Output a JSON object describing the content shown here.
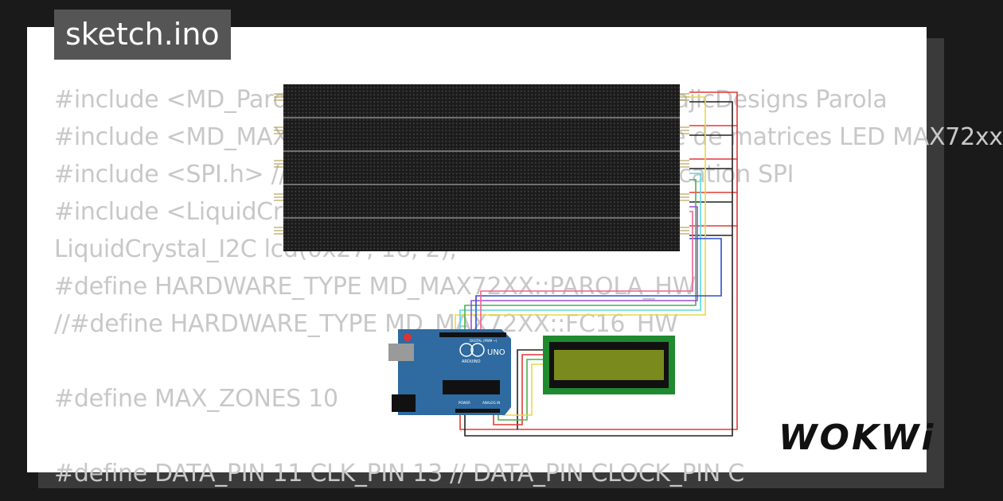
{
  "window": {
    "title": "sketch.ino"
  },
  "code_lines": [
    "#include <MD_Parola.h>        // Include la bibliothèque MajicDesigns Parola",
    "#include <MD_MAX72xx.h>       // Include la bibliothèque de matrices LED MAX72xx",
    "#include <SPI.h>                        // Include le protocole de communication SPI",
    "#include <LiquidCrystal_I2C.h>",
    "LiquidCrystal_I2C lcd(0x27, 16, 2);",
    "#define HARDWARE_TYPE MD_MAX72XX::PAROLA_HW",
    "//#define HARDWARE_TYPE MD_MAX72XX::FC16_HW",
    "",
    "#define MAX_ZONES 10",
    "",
    "#define DATA_PIN  11  CLK_PIN  13  // DATA_PIN  CLOCK_PIN C"
  ],
  "arduino": {
    "model_label": "UNO",
    "brand_label": "ARDUINO",
    "digital_label": "DIGITAL (PWM ~)",
    "power_label": "POWER",
    "analog_label": "ANALOG IN",
    "board_color": "#2f6aa0"
  },
  "lcd": {
    "screen_color": "#7a8a1c",
    "pcb_color": "#1f8a2e"
  },
  "matrix": {
    "color": "#1b1b1b",
    "rows": 4
  },
  "wires": {
    "red": "#e53935",
    "black": "#222222",
    "yellow": "#e8d84a",
    "cyan": "#5ad8e6",
    "purple": "#9c4fd6",
    "blue": "#2f4fd0",
    "green": "#4caf50"
  },
  "brand": {
    "logo": "WOKWi"
  }
}
